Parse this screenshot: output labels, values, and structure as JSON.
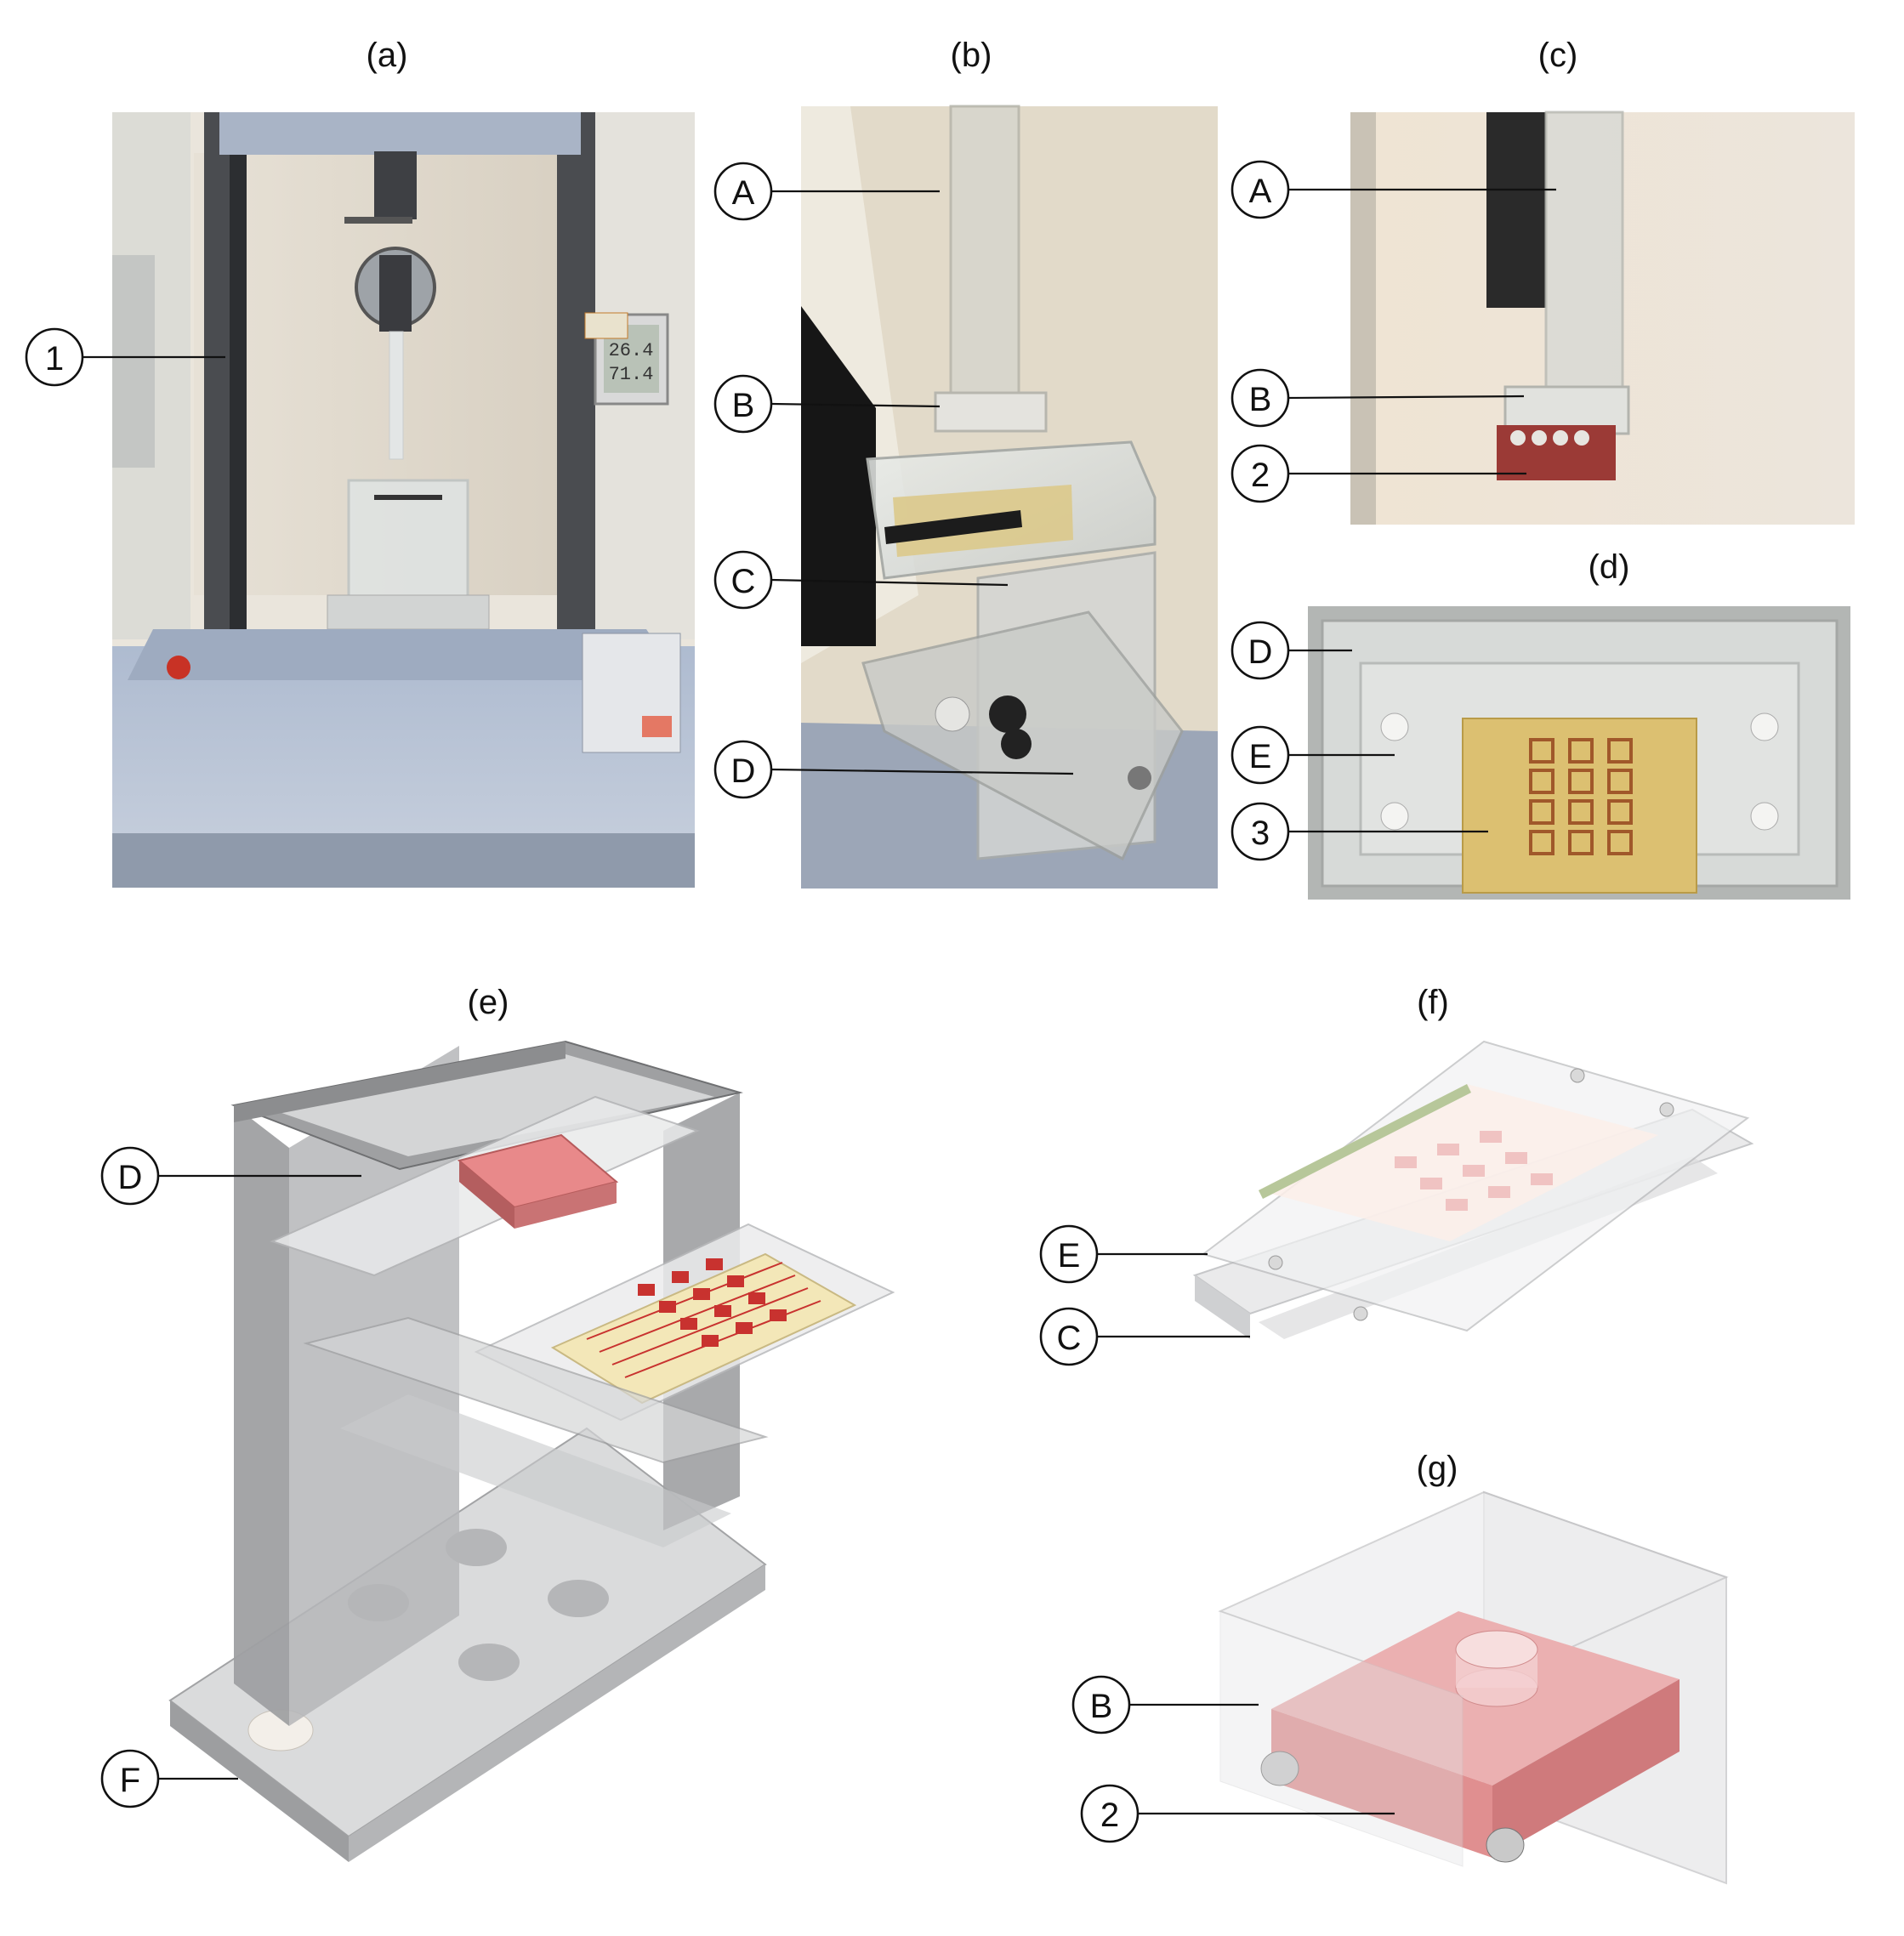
{
  "panels": {
    "a": "(a)",
    "b": "(b)",
    "c": "(c)",
    "d": "(d)",
    "e": "(e)",
    "f": "(f)",
    "g": "(g)"
  },
  "callouts": {
    "a_1": "1",
    "b_A": "A",
    "b_B": "B",
    "b_C": "C",
    "b_D": "D",
    "c_A": "A",
    "c_B": "B",
    "c_2": "2",
    "d_D": "D",
    "d_E": "E",
    "d_3": "3",
    "e_D": "D",
    "e_F": "F",
    "f_E": "E",
    "f_C": "C",
    "g_B": "B",
    "g_2": "2"
  },
  "photo_texts": {
    "display_top": "26.4",
    "display_bottom": "71.4"
  },
  "colors": {
    "sample_red": "#e8898a",
    "electrode": "#c8322f",
    "sensor_film": "#f3e7b8",
    "fixture_grey": "#a8a8a8",
    "machine_blue": "#b9c4d6"
  }
}
